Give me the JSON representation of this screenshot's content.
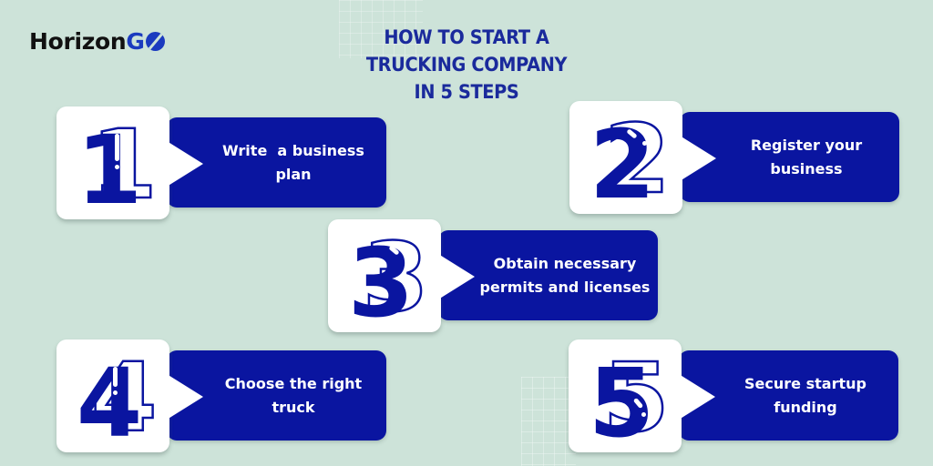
{
  "logo": {
    "word": "Horizon",
    "g": "G",
    "o_icon": "slashed-circle-o"
  },
  "title": {
    "lines": [
      "HOW TO START A",
      "TRUCKING COMPANY",
      "IN 5 STEPS"
    ]
  },
  "colors": {
    "background": "#cde3d9",
    "box_blue": "#0a15a0",
    "title_blue": "#1a2a9c",
    "logo_blue": "#1b3bbf",
    "tile_white": "#ffffff"
  },
  "steps": [
    {
      "number": "1",
      "lines": [
        "Write  a business",
        "plan"
      ]
    },
    {
      "number": "2",
      "lines": [
        "Register your",
        "business"
      ]
    },
    {
      "number": "3",
      "lines": [
        "Obtain necessary",
        "permits and licenses"
      ]
    },
    {
      "number": "4",
      "lines": [
        "Choose the right",
        "truck"
      ]
    },
    {
      "number": "5",
      "lines": [
        "Secure startup",
        "funding"
      ]
    }
  ]
}
